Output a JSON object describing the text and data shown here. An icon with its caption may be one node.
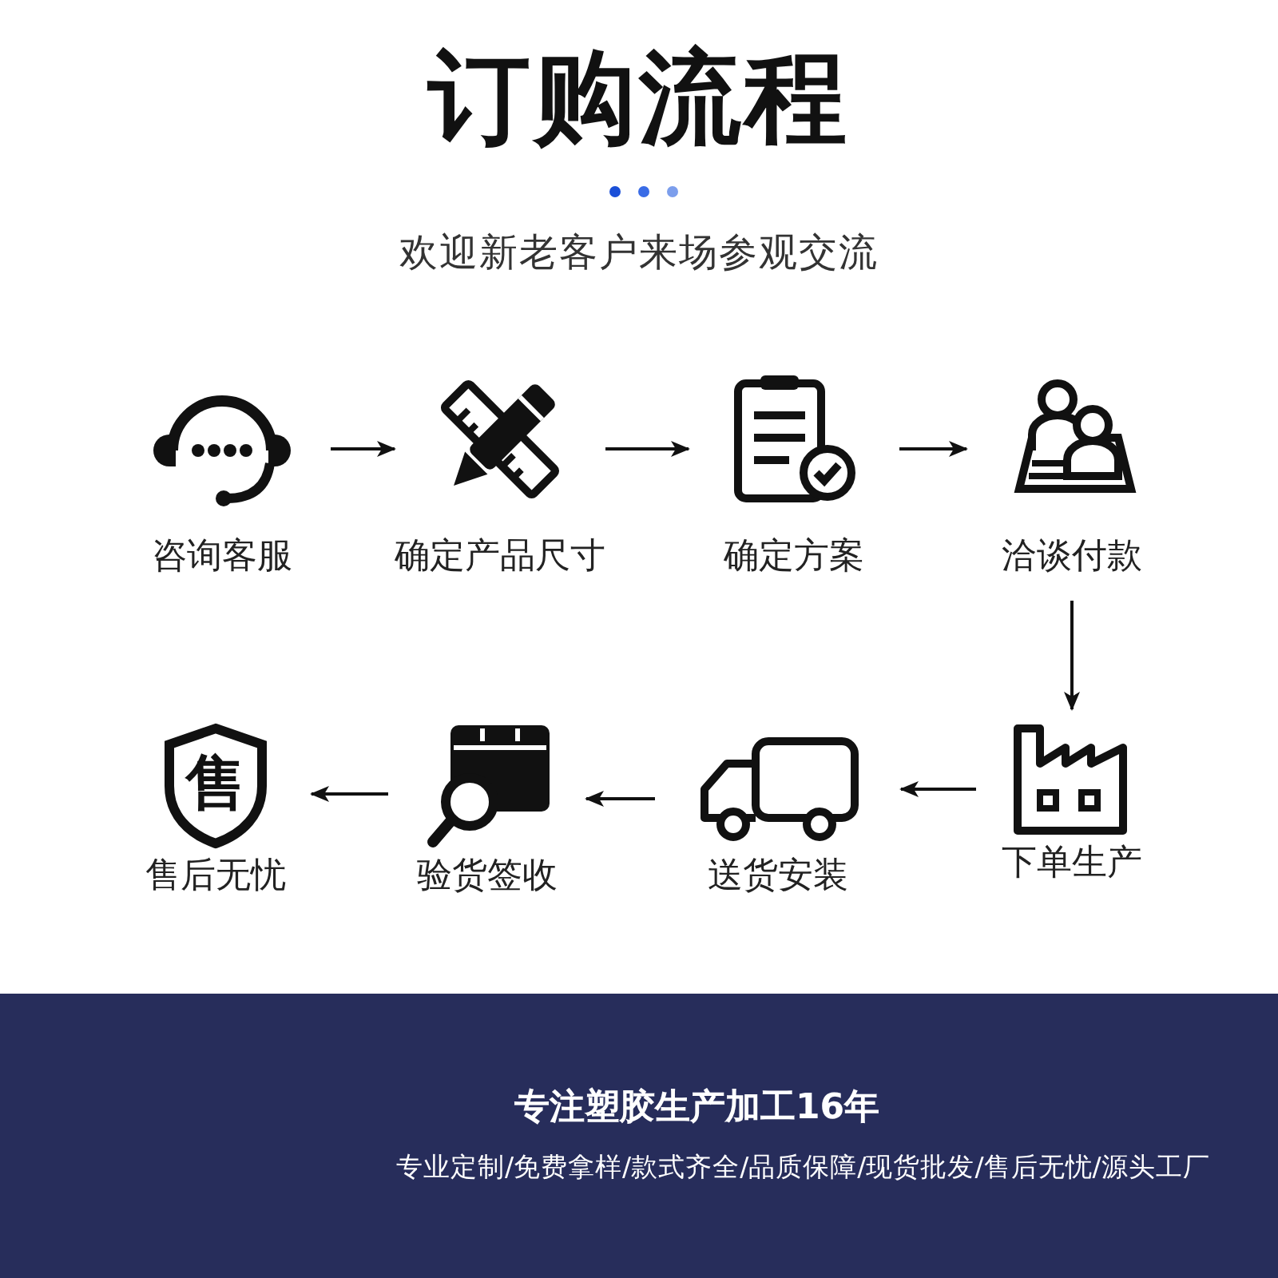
{
  "diagram": {
    "title": "订购流程",
    "nodes": [
      {
        "text": [
          "咨询客服"
        ]
      },
      {
        "text": [
          "确定产品尺寸"
        ]
      },
      {
        "text": [
          "确定方案"
        ]
      },
      {
        "text": [
          "洽谈付款"
        ]
      },
      {
        "text": [
          "售后无忧"
        ]
      },
      {
        "text": [
          "验货签收"
        ]
      },
      {
        "text": [
          "送货安装"
        ]
      },
      {
        "text": [
          "下单生产"
        ]
      }
    ],
    "edges": [
      {
        "from": 0,
        "to": 1,
        "arrow": "to"
      },
      {
        "from": 1,
        "to": 2,
        "arrow": "to"
      },
      {
        "from": 2,
        "to": 3,
        "arrow": "to"
      },
      {
        "from": 3,
        "to": 7,
        "arrow": "to"
      },
      {
        "from": 7,
        "to": 6,
        "arrow": "to"
      },
      {
        "from": 6,
        "to": 5,
        "arrow": "to"
      },
      {
        "from": 5,
        "to": 4,
        "arrow": "to"
      }
    ],
    "labels": [
      "欢迎新老客户来场参观交流",
      "售",
      "专注塑胶生产加工16年",
      "专业定制/免费拿样/款式齐全/品质保障/现货批发/售后无忧/源头工厂"
    ]
  }
}
